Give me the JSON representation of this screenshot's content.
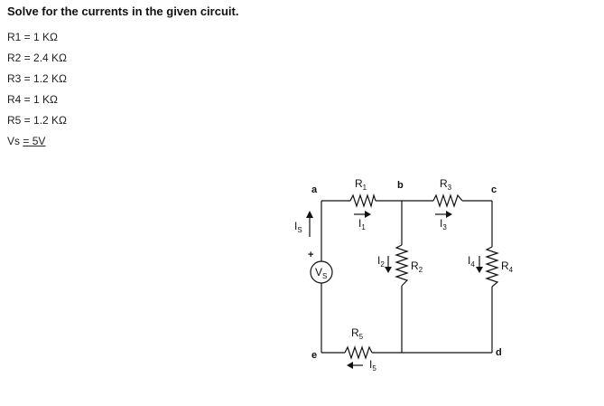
{
  "question": "Solve for the currents in the given circuit.",
  "givens": [
    {
      "name": "R1",
      "value": "1 KΩ"
    },
    {
      "name": "R2",
      "value": "2.4 KΩ"
    },
    {
      "name": "R3",
      "value": "1.2 KΩ"
    },
    {
      "name": "R4",
      "value": "1 KΩ"
    },
    {
      "name": "R5",
      "value": "1.2 KΩ"
    },
    {
      "name": "Vs",
      "value": "5V"
    }
  ],
  "circuit": {
    "nodes": {
      "a": "a",
      "b": "b",
      "c": "c",
      "d": "d",
      "e": "e"
    },
    "resistors": {
      "r1": {
        "main": "R",
        "sub": "1"
      },
      "r2": {
        "main": "R",
        "sub": "2"
      },
      "r3": {
        "main": "R",
        "sub": "3"
      },
      "r4": {
        "main": "R",
        "sub": "4"
      },
      "r5": {
        "main": "R",
        "sub": "5"
      }
    },
    "source": {
      "main": "V",
      "sub": "S",
      "polarity": "+"
    },
    "currents": {
      "is": {
        "main": "I",
        "sub": "S"
      },
      "i1": {
        "main": "I",
        "sub": "1"
      },
      "i2": {
        "main": "I",
        "sub": "2"
      },
      "i3": {
        "main": "I",
        "sub": "3"
      },
      "i4": {
        "main": "I",
        "sub": "4"
      },
      "i5": {
        "main": "I",
        "sub": "5"
      }
    }
  }
}
